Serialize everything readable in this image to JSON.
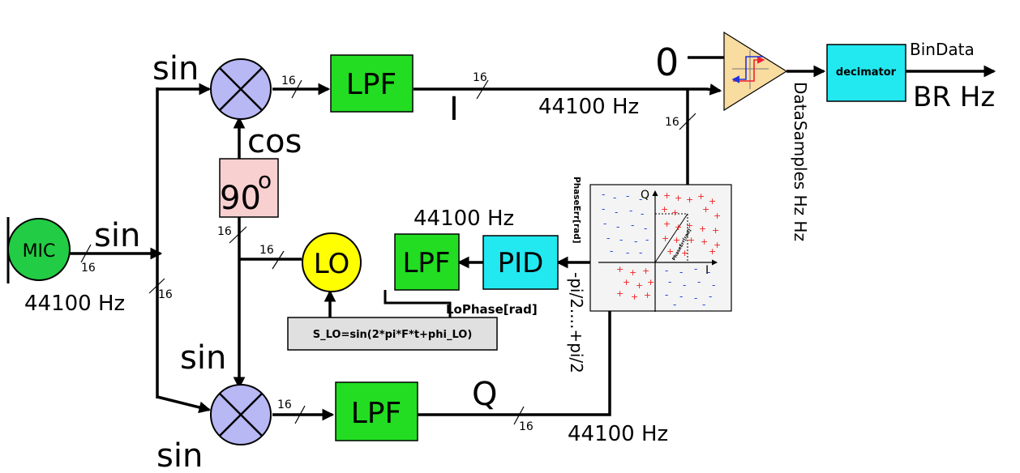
{
  "colors": {
    "mixer": "#b8b8f5",
    "lpf": "#22dd22",
    "pid": "#22e8f0",
    "decimator": "#22e8f0",
    "mic": "#22cc44",
    "lo": "#ffff00",
    "phase": "#f8d0d0",
    "comparator": "#f8dca0",
    "formula": "#e0e0e0",
    "plot_bg": "#f4f4f4",
    "plus": "#ee2222",
    "minus": "#2244dd"
  },
  "blocks": {
    "mic": "MIC",
    "lo": "LO",
    "phase_shift": "90",
    "phase_sup": "o",
    "lpf_i": "LPF",
    "lpf_q": "LPF",
    "lpf_loop": "LPF",
    "pid": "PID",
    "decimator": "decimator",
    "formula": "S_LO=sin(2*pi*F*t+phi_LO)"
  },
  "labels": {
    "mic_sin": "sin",
    "mic_rate": "44100 Hz",
    "top_mixer_sin": "sin",
    "cos": "cos",
    "lower_mixer_sin_left": "sin",
    "lower_mixer_sin_bottom": "sin",
    "i_signal": "I",
    "q_signal": "Q",
    "i_rate": "44100 Hz",
    "q_rate": "44100 Hz",
    "loop_rate": "44100 Hz",
    "zero": "0",
    "datasamples": "DataSamples Hz Hz",
    "bindata": "BinData",
    "br": "BR Hz",
    "lophase": "LoPhase[rad]",
    "phaseerr": "PhaseErr[rad]",
    "pi_range": "-pi/2....+pi/2",
    "plot_q": "Q",
    "plot_i": "I",
    "plot_phase": "PhaseErr[rad]"
  },
  "bus_widths": {
    "mic_out": "16",
    "split_down": "16",
    "lo_branch": "16",
    "top_mix_out": "16",
    "lower_mix_out": "16",
    "i_out": "16",
    "q_out": "16",
    "i_down": "16"
  },
  "plot_marks": {
    "plus": "+",
    "minus": "-"
  }
}
